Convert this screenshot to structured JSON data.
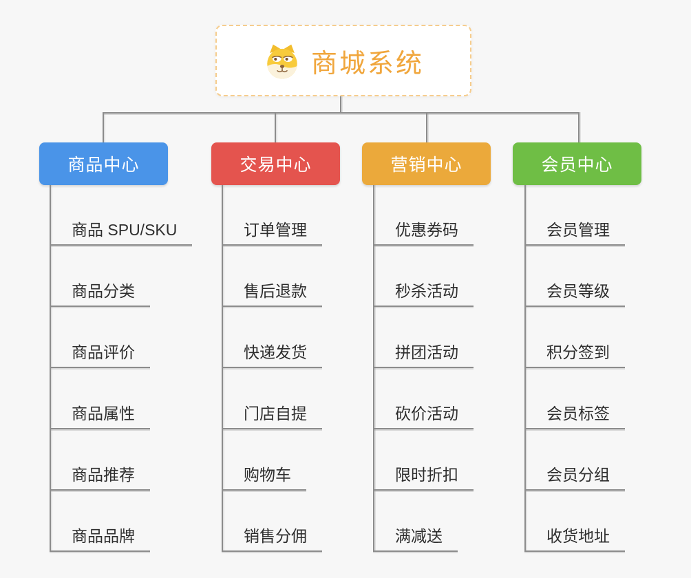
{
  "root": {
    "title": "商城系统",
    "icon": "shiba-dog-icon",
    "text_color": "#f0a63c",
    "border_color": "#f6cd8d"
  },
  "branches": [
    {
      "label": "商品中心",
      "color": "#4a94e8",
      "items": [
        "商品 SPU/SKU",
        "商品分类",
        "商品评价",
        "商品属性",
        "商品推荐",
        "商品品牌"
      ]
    },
    {
      "label": "交易中心",
      "color": "#e4544e",
      "items": [
        "订单管理",
        "售后退款",
        "快递发货",
        "门店自提",
        "购物车",
        "销售分佣"
      ]
    },
    {
      "label": "营销中心",
      "color": "#ebA93b",
      "items": [
        "优惠券码",
        "秒杀活动",
        "拼团活动",
        "砍价活动",
        "限时折扣",
        "满减送"
      ]
    },
    {
      "label": "会员中心",
      "color": "#6fbe45",
      "items": [
        "会员管理",
        "会员等级",
        "积分签到",
        "会员标签",
        "会员分组",
        "收货地址"
      ]
    }
  ],
  "colors": {
    "background": "#f7f7f7",
    "connector": "#8c8c8c",
    "leaf_text": "#2e2e2e"
  }
}
